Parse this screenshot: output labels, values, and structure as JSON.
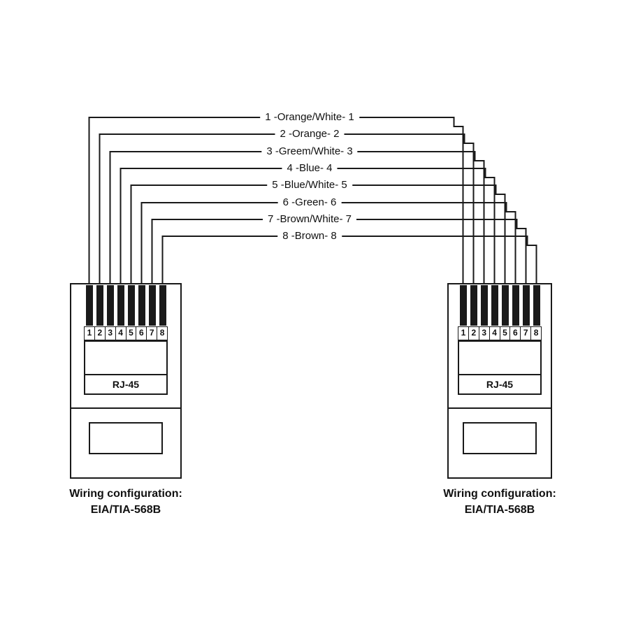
{
  "diagram": {
    "type": "rj45-straight-through-wiring",
    "standard": "EIA/TIA-568B"
  },
  "wire_labels": [
    "1 -Orange/White- 1",
    "2 -Orange- 2",
    "3 -Greem/White- 3",
    "4 -Blue- 4",
    "5 -Blue/White- 5",
    "6 -Green- 6",
    "7 -Brown/White- 7",
    "8 -Brown- 8"
  ],
  "connectors": {
    "left": {
      "pin_numbers": [
        "1",
        "2",
        "3",
        "4",
        "5",
        "6",
        "7",
        "8"
      ],
      "label": "RJ-45",
      "caption": [
        "Wiring configuration:",
        "EIA/TIA-568B"
      ]
    },
    "right": {
      "pin_numbers": [
        "1",
        "2",
        "3",
        "4",
        "5",
        "6",
        "7",
        "8"
      ],
      "label": "RJ-45",
      "caption": [
        "Wiring configuration:",
        "EIA/TIA-568B"
      ]
    }
  },
  "colors": {
    "line": "#1a1a1a",
    "pin_fill": "#1a1a1a",
    "background": "#ffffff",
    "text": "#111111"
  }
}
